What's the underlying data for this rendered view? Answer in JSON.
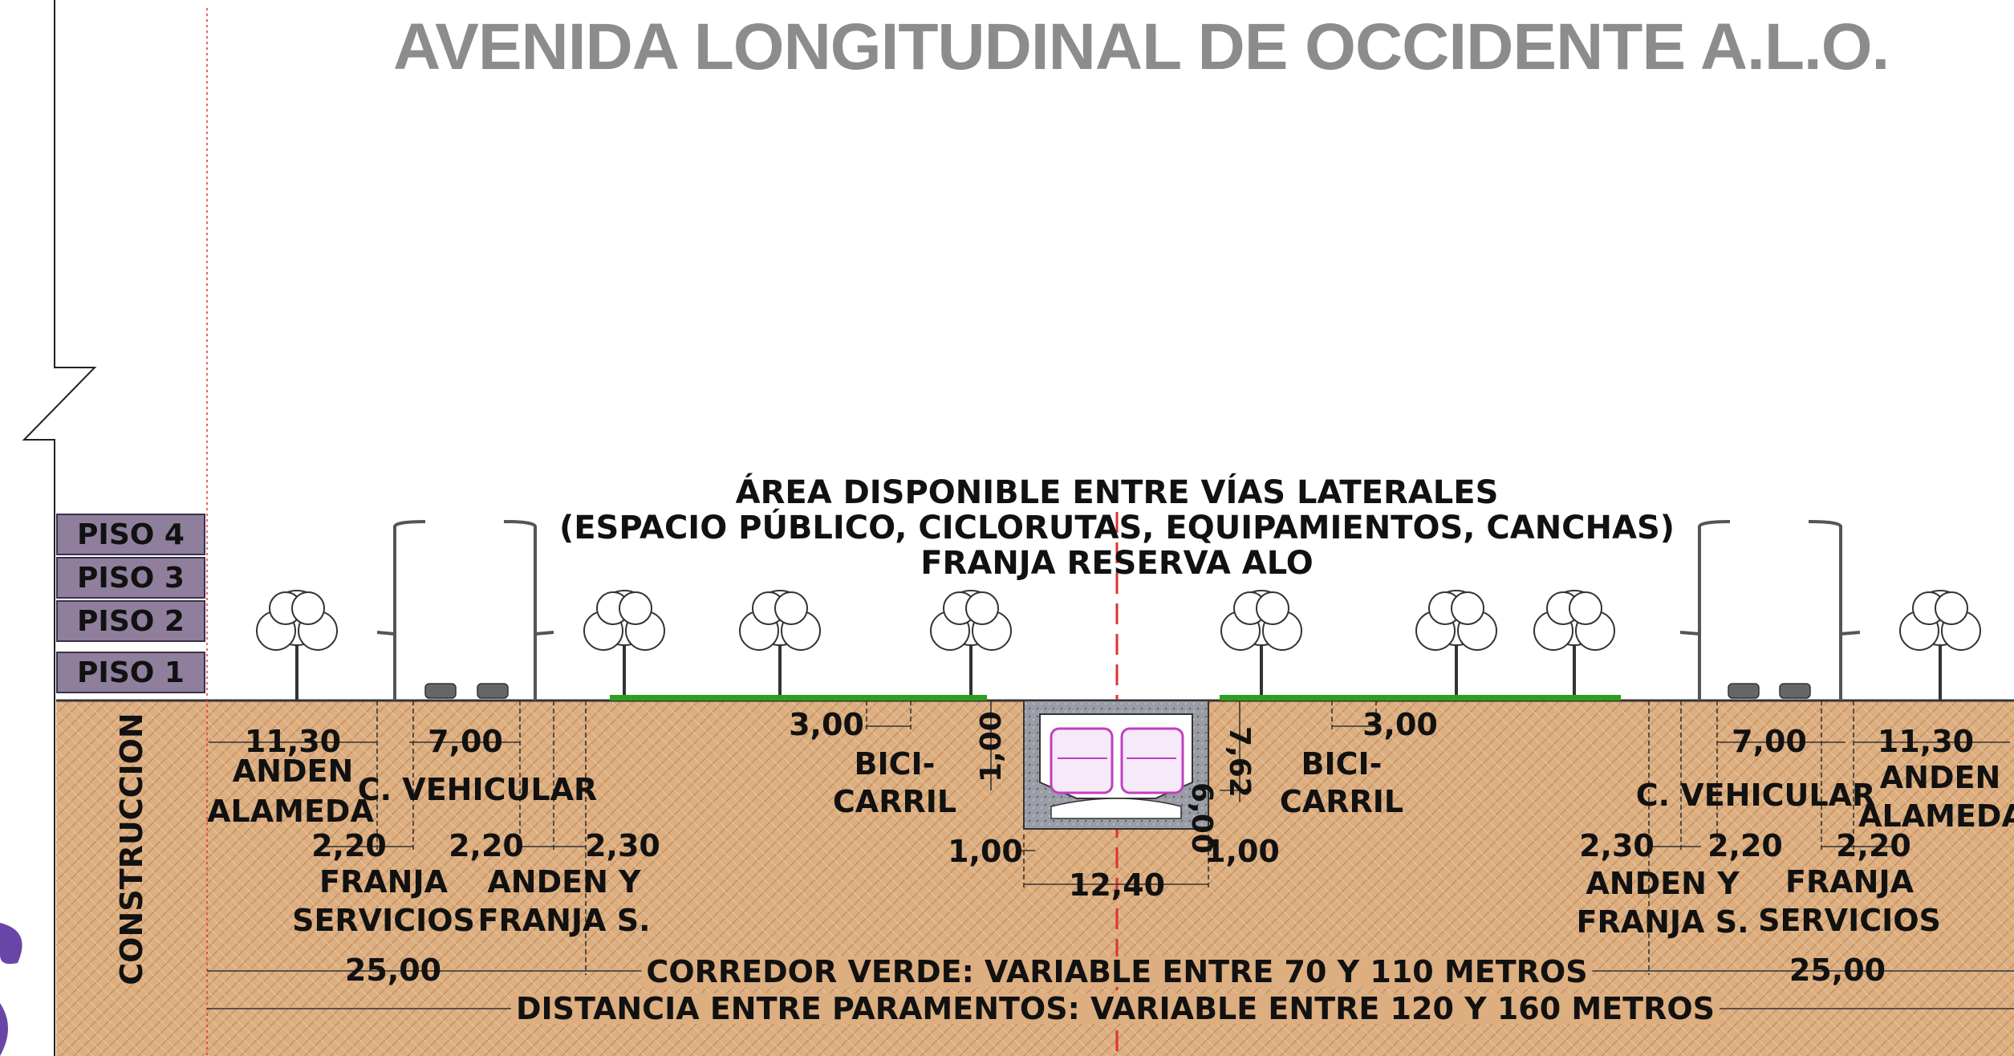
{
  "title": "AVENIDA LONGITUDINAL DE OCCIDENTE A.L.O.",
  "area_text": {
    "line1": "ÁREA DISPONIBLE ENTRE VÍAS LATERALES",
    "line2": "(ESPACIO PÚBLICO, CICLORUTAS, EQUIPAMIENTOS, CANCHAS)",
    "line3": "FRANJA RESERVA ALO"
  },
  "floors": [
    "PISO 4",
    "PISO 3",
    "PISO 2",
    "PISO 1"
  ],
  "construccion": "CONSTRUCCION",
  "left": {
    "anden_alameda_dim": "11,30",
    "anden_alameda_l1": "ANDEN",
    "anden_alameda_l2": "ALAMEDA",
    "c_vehicular_dim": "7,00",
    "c_vehicular": "C. VEHICULAR",
    "franja_dim": "2,20",
    "franja_l1": "FRANJA",
    "franja_l2": "SERVICIOS",
    "anden_franja_dim1": "2,20",
    "anden_franja_dim2": "2,30",
    "anden_franja_l1": "ANDEN Y",
    "anden_franja_l2": "FRANJA S.",
    "total_dim": "25,00",
    "bici_dim": "3,00",
    "bici_l1": "BICI-",
    "bici_l2": "CARRIL"
  },
  "right": {
    "anden_alameda_dim": "11,30",
    "anden_alameda_l1": "ANDEN",
    "anden_alameda_l2": "ALAMEDA",
    "c_vehicular_dim": "7,00",
    "c_vehicular": "C. VEHICULAR",
    "franja_dim": "2,20",
    "franja_l1": "FRANJA",
    "franja_l2": "SERVICIOS",
    "anden_franja_dim1": "2,20",
    "anden_franja_dim2": "2,30",
    "anden_franja_l1": "ANDEN Y",
    "anden_franja_l2": "FRANJA S.",
    "total_dim": "25,00",
    "bici_dim": "3,00",
    "bici_l1": "BICI-",
    "bici_l2": "CARRIL"
  },
  "tunnel": {
    "cover_dim": "1,00",
    "height_dim": "6,00",
    "total_height_dim": "7,62",
    "left_wall_dim": "1,00",
    "right_wall_dim": "1,00",
    "width_dim": "12,40"
  },
  "corredor_verde": "CORREDOR VERDE: VARIABLE ENTRE 70 Y 110 METROS",
  "distancia": "DISTANCIA ENTRE PARAMENTOS: VARIABLE ENTRE 120 Y 160 METROS",
  "colors": {
    "soil": "#dcae80",
    "floor_fill": "#8f7f9c",
    "axis_red": "#e03030",
    "tree_green": "#2e9e1e",
    "title_gray": "#8c8c8c"
  }
}
